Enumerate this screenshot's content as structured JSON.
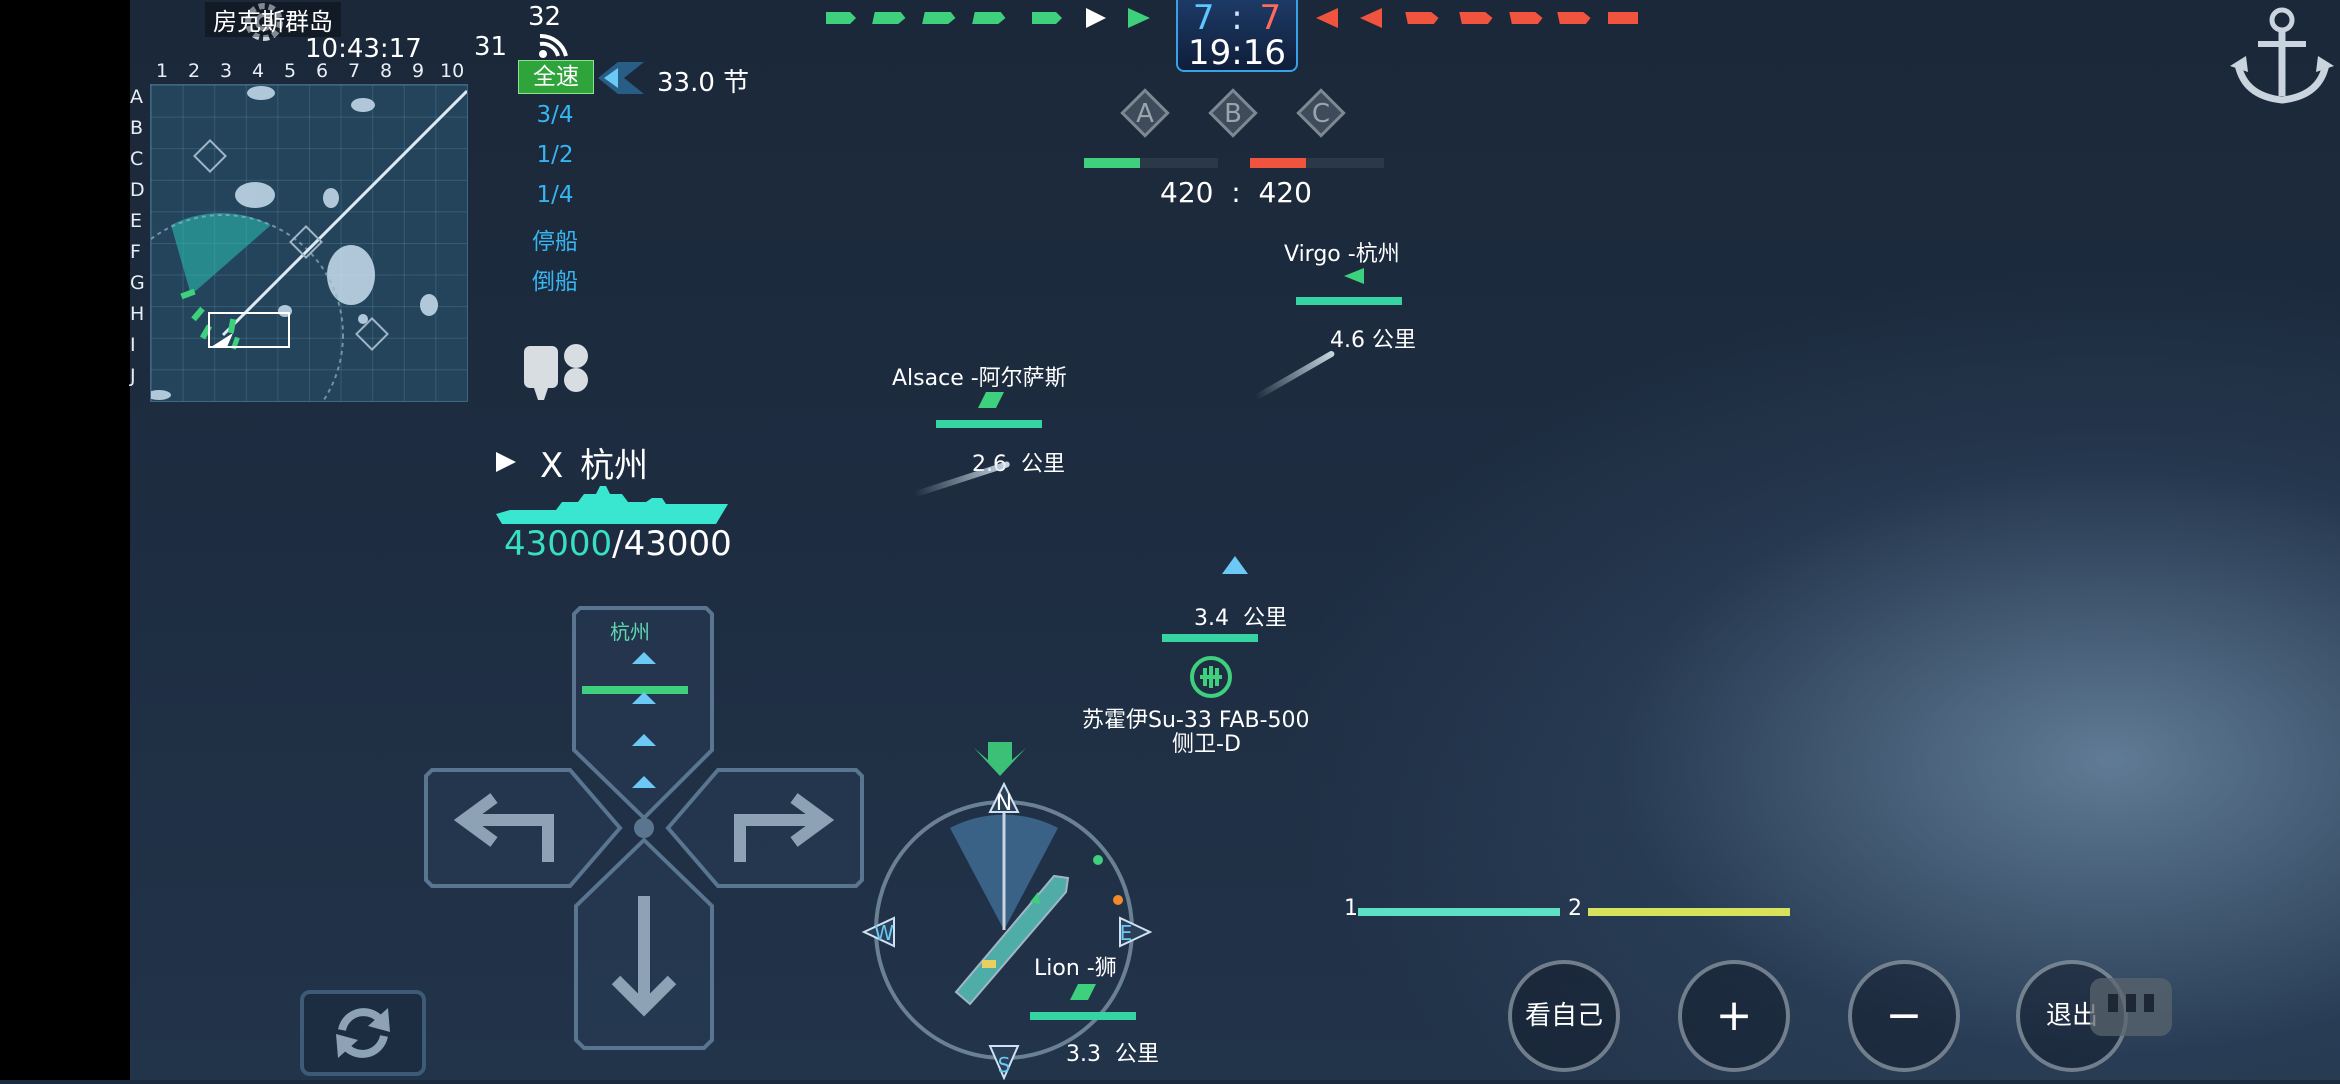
{
  "map": {
    "name": "房克斯群岛",
    "clock": "10:43:17",
    "ping": "31",
    "fps": "32",
    "cols": [
      "1",
      "2",
      "3",
      "4",
      "5",
      "6",
      "7",
      "8",
      "9",
      "10"
    ],
    "rows": [
      "A",
      "B",
      "C",
      "D",
      "E",
      "F",
      "G",
      "H",
      "I",
      "J"
    ]
  },
  "speed": {
    "options": [
      "全速",
      "3/4",
      "1/2",
      "1/4",
      "停船",
      "倒船"
    ],
    "selected": "全速",
    "value": "33.0 节"
  },
  "score": {
    "allies": "7",
    "sep": ":",
    "enemies": "7",
    "timer": "19:16",
    "cap_points": [
      "A",
      "B",
      "C"
    ],
    "points_text": "420  :  420",
    "ally_points_fraction": 0.42,
    "enemy_points_fraction": 0.42
  },
  "ships": {
    "virgo": {
      "name": "Virgo -杭州",
      "distance": "4.6  公里"
    },
    "alsace": {
      "name": "Alsace -阿尔萨斯",
      "distance": "2.6  公里"
    },
    "aircraft": {
      "distance": "3.4  公里",
      "name": "苏霍伊Su-33 FAB-500",
      "sub": "侧卫-D"
    },
    "lion": {
      "name": "Lion -狮",
      "distance": "3.3  公里"
    }
  },
  "player": {
    "marker": "X",
    "name": "杭州",
    "hp_current": "43000",
    "hp_sep": "/",
    "hp_max": "43000"
  },
  "dpad": {
    "label": "杭州"
  },
  "compass": {
    "n": "N",
    "e": "E",
    "s": "S",
    "w": "W"
  },
  "zoom": {
    "level1": "1",
    "level2": "2"
  },
  "buttons": {
    "view_self": "看自己",
    "zoom_in": "+",
    "zoom_out": "−",
    "exit": "退出"
  },
  "colors": {
    "ally": "#3ed07c",
    "enemy": "#f0533e",
    "accent": "#36b5f0",
    "hp": "#36d3a3"
  }
}
